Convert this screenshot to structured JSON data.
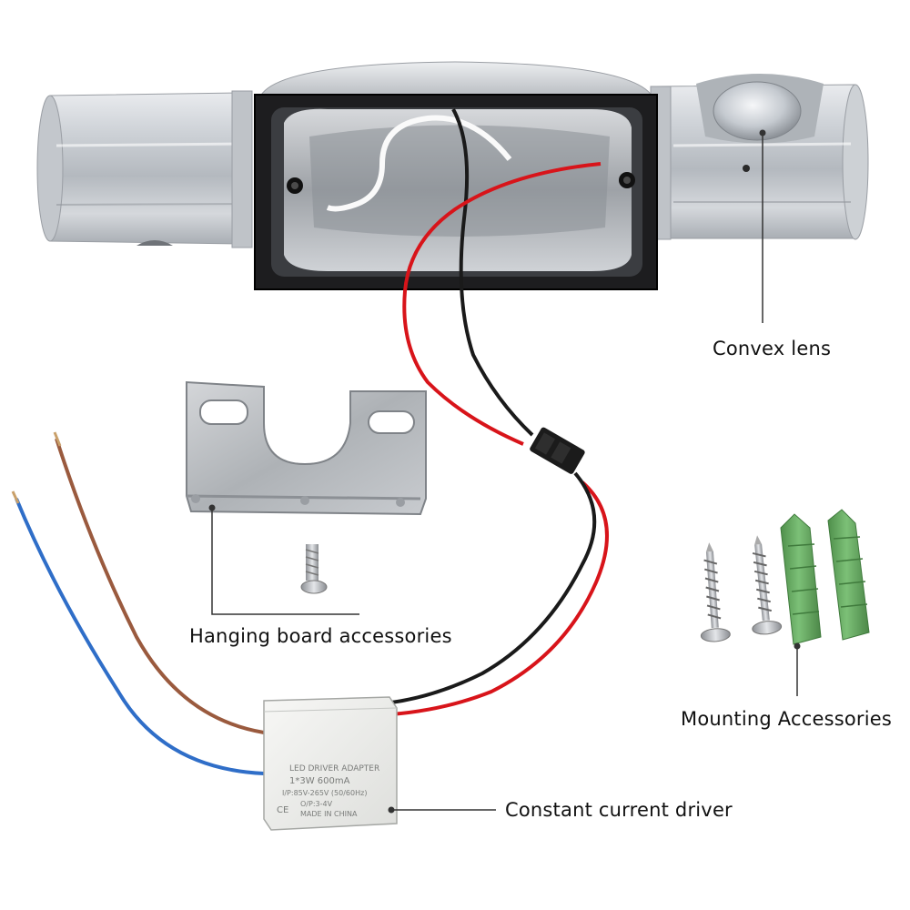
{
  "labels": {
    "convex_lens": "Convex lens",
    "hanging_board": "Hanging board accessories",
    "mounting": "Mounting Accessories",
    "driver": "Constant current driver"
  },
  "driver_box_text": {
    "line1": "LED DRIVER ADAPTER",
    "line2": "1*3W  600mA",
    "line3": "I/P:85V-265V  (50/60Hz)",
    "line4": "O/P:3-4V",
    "line5": "MADE IN CHINA",
    "mark": "CE"
  },
  "colors": {
    "aluminum": "#c9cdd2",
    "housing_black": "#1d1d1f",
    "wire_red": "#d8141a",
    "wire_black": "#1a1a1a",
    "wire_brown": "#9a5a3e",
    "wire_blue": "#2f6ec8",
    "anchor_green": "#5fa35b",
    "bracket": "#b9bcc0",
    "driver_box": "#f1f1ef"
  }
}
